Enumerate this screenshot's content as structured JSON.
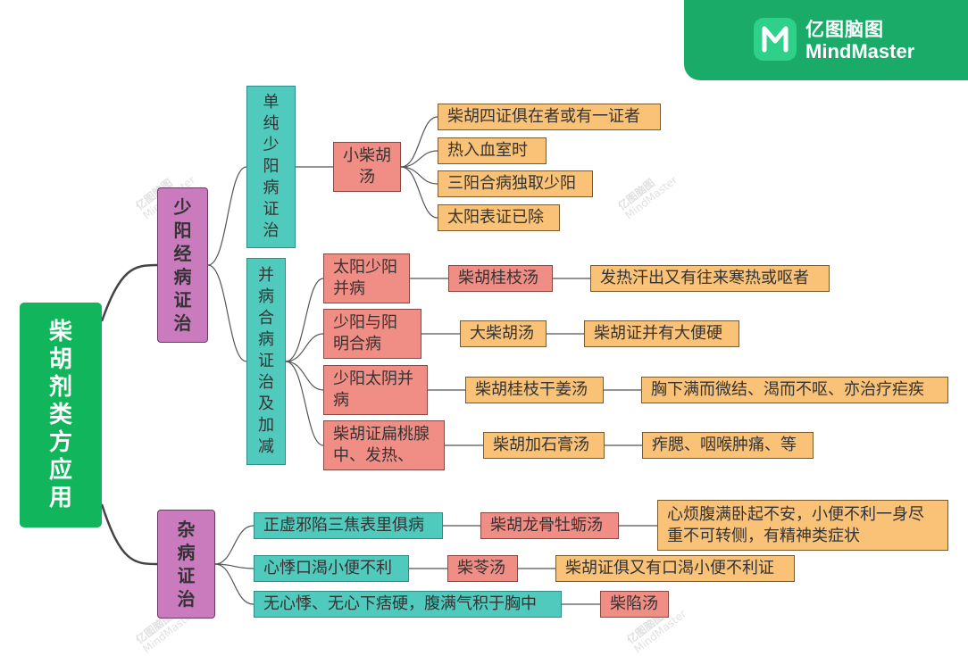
{
  "brand": {
    "name_cn": "亿图脑图",
    "name_en": "MindMaster"
  },
  "watermark": {
    "cn": "亿图脑图",
    "en": "MindMaster"
  },
  "root": "柴胡剂类方应用",
  "shaoyang": {
    "title": "少阳经病证治",
    "single": {
      "title": "单纯少阳病证治",
      "formula": "小柴胡汤",
      "items": [
        "柴胡四证俱在者或有一证者",
        "热入血室时",
        "三阳合病独取少阳",
        "太阳表证已除"
      ]
    },
    "combined": {
      "title": "并病合病证治及加减",
      "rows": [
        {
          "cond": "太阳少阳并病",
          "formula": "柴胡桂枝汤",
          "note": "发热汗出又有往来寒热或呕者"
        },
        {
          "cond": "少阳与阳明合病",
          "formula": "大柴胡汤",
          "note": "柴胡证并有大便硬"
        },
        {
          "cond": "少阳太阴并病",
          "formula": "柴胡桂枝干姜汤",
          "note": "胸下满而微结、渴而不呕、亦治疗疟疾"
        },
        {
          "cond": "柴胡证扁桃腺中、发热、",
          "formula": "柴胡加石膏汤",
          "note": "痄腮、咽喉肿痛、等"
        }
      ]
    }
  },
  "misc": {
    "title": "杂病证治",
    "rows": [
      {
        "cond": "正虚邪陷三焦表里俱病",
        "formula": "柴胡龙骨牡蛎汤",
        "note": "心烦腹满卧起不安，小便不利一身尽重不可转侧，有精神类症状"
      },
      {
        "cond": "心悸口渴小便不利",
        "formula": "柴苓汤",
        "note": "柴胡证俱又有口渴小便不利证"
      },
      {
        "cond": "无心悸、无心下痞硬，腹满气积于胸中",
        "formula": "柴陷汤"
      }
    ]
  },
  "colors": {
    "root": "#10b55c",
    "level1": "#c97bbe",
    "teal": "#4fcabd",
    "red": "#f08e86",
    "orange": "#f9c277",
    "brand": "#1bab68"
  }
}
